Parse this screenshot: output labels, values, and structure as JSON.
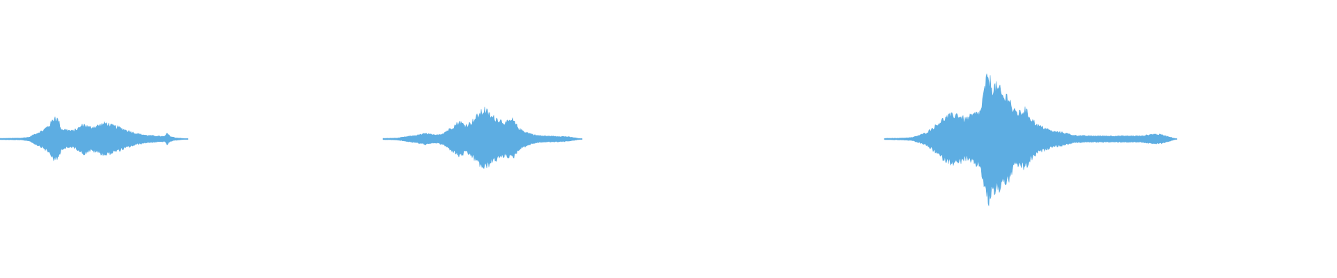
{
  "waveform": {
    "color": "#5DADE2",
    "background": "#FFFFFF",
    "duration_units": 1920,
    "peak_amplitude": 1.0,
    "clips": [
      {
        "start": 0,
        "end": 270,
        "envelope": [
          [
            0,
            0.01
          ],
          [
            30,
            0.015
          ],
          [
            42,
            0.03
          ],
          [
            50,
            0.08
          ],
          [
            62,
            0.14
          ],
          [
            72,
            0.24
          ],
          [
            79,
            0.36
          ],
          [
            84,
            0.3
          ],
          [
            88,
            0.16
          ],
          [
            96,
            0.15
          ],
          [
            104,
            0.13
          ],
          [
            112,
            0.17
          ],
          [
            120,
            0.24
          ],
          [
            128,
            0.19
          ],
          [
            136,
            0.2
          ],
          [
            144,
            0.23
          ],
          [
            152,
            0.26
          ],
          [
            160,
            0.22
          ],
          [
            170,
            0.19
          ],
          [
            182,
            0.14
          ],
          [
            196,
            0.09
          ],
          [
            210,
            0.06
          ],
          [
            224,
            0.05
          ],
          [
            236,
            0.04
          ],
          [
            240,
            0.09
          ],
          [
            245,
            0.04
          ],
          [
            252,
            0.02
          ],
          [
            262,
            0.01
          ],
          [
            270,
            0.0
          ]
        ]
      },
      {
        "start": 550,
        "end": 836,
        "envelope": [
          [
            550,
            0.01
          ],
          [
            570,
            0.015
          ],
          [
            585,
            0.04
          ],
          [
            598,
            0.06
          ],
          [
            612,
            0.09
          ],
          [
            625,
            0.06
          ],
          [
            636,
            0.09
          ],
          [
            648,
            0.18
          ],
          [
            660,
            0.28
          ],
          [
            668,
            0.22
          ],
          [
            676,
            0.26
          ],
          [
            686,
            0.38
          ],
          [
            696,
            0.48
          ],
          [
            706,
            0.36
          ],
          [
            716,
            0.32
          ],
          [
            726,
            0.26
          ],
          [
            736,
            0.31
          ],
          [
            746,
            0.16
          ],
          [
            758,
            0.1
          ],
          [
            770,
            0.06
          ],
          [
            780,
            0.05
          ],
          [
            796,
            0.045
          ],
          [
            812,
            0.04
          ],
          [
            826,
            0.02
          ],
          [
            836,
            0.0
          ]
        ]
      },
      {
        "start": 1270,
        "end": 1690,
        "envelope": [
          [
            1270,
            0.01
          ],
          [
            1295,
            0.015
          ],
          [
            1310,
            0.025
          ],
          [
            1320,
            0.06
          ],
          [
            1330,
            0.1
          ],
          [
            1342,
            0.2
          ],
          [
            1352,
            0.3
          ],
          [
            1362,
            0.37
          ],
          [
            1374,
            0.4
          ],
          [
            1386,
            0.32
          ],
          [
            1396,
            0.38
          ],
          [
            1408,
            0.44
          ],
          [
            1416,
            0.92
          ],
          [
            1420,
            1.0
          ],
          [
            1424,
            0.86
          ],
          [
            1430,
            0.84
          ],
          [
            1436,
            0.78
          ],
          [
            1442,
            0.66
          ],
          [
            1448,
            0.72
          ],
          [
            1455,
            0.45
          ],
          [
            1465,
            0.42
          ],
          [
            1472,
            0.48
          ],
          [
            1480,
            0.34
          ],
          [
            1490,
            0.22
          ],
          [
            1500,
            0.18
          ],
          [
            1512,
            0.12
          ],
          [
            1524,
            0.11
          ],
          [
            1532,
            0.09
          ],
          [
            1542,
            0.06
          ],
          [
            1560,
            0.05
          ],
          [
            1580,
            0.05
          ],
          [
            1600,
            0.05
          ],
          [
            1620,
            0.05
          ],
          [
            1640,
            0.05
          ],
          [
            1656,
            0.08
          ],
          [
            1668,
            0.07
          ],
          [
            1678,
            0.04
          ],
          [
            1690,
            0.0
          ]
        ]
      }
    ]
  }
}
